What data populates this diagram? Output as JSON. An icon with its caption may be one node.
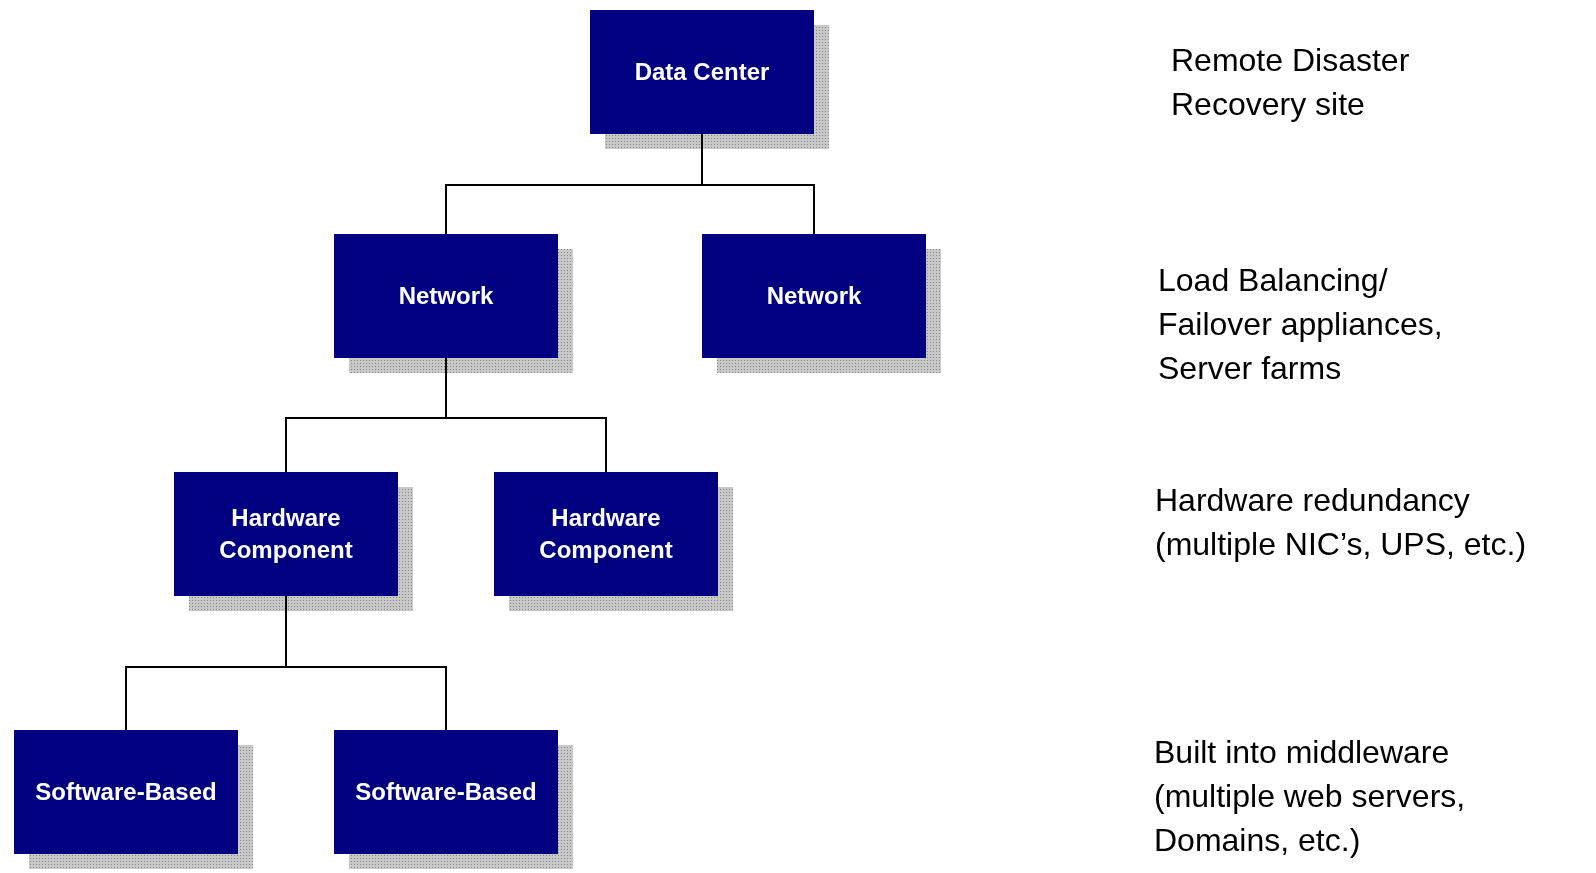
{
  "diagram": {
    "nodes": [
      {
        "text": [
          "Data Center"
        ]
      },
      {
        "text": [
          "Network"
        ]
      },
      {
        "text": [
          "Network"
        ]
      },
      {
        "text": [
          "Hardware Component"
        ]
      },
      {
        "text": [
          "Hardware Component"
        ]
      },
      {
        "text": [
          "Software-Based"
        ]
      },
      {
        "text": [
          "Software-Based"
        ]
      }
    ],
    "edges": [
      {
        "from": 0,
        "to": 1,
        "arrow": "none"
      },
      {
        "from": 0,
        "to": 2,
        "arrow": "none"
      },
      {
        "from": 1,
        "to": 3,
        "arrow": "none"
      },
      {
        "from": 1,
        "to": 4,
        "arrow": "none"
      },
      {
        "from": 3,
        "to": 5,
        "arrow": "none"
      },
      {
        "from": 3,
        "to": 6,
        "arrow": "none"
      }
    ],
    "labels": [
      "Remote Disaster Recovery site",
      "Load Balancing/ Failover appliances, Server farms",
      "Hardware redundancy (multiple NIC’s, UPS, etc.)",
      "Built into middleware (multiple web servers, Domains, etc.)"
    ]
  }
}
